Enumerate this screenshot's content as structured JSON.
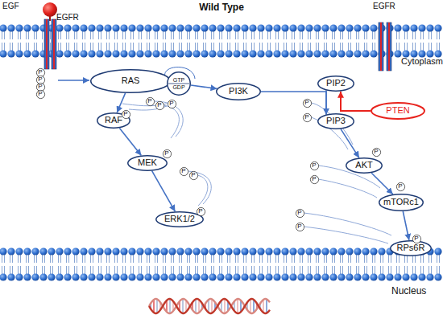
{
  "diagram": {
    "title": "Wild Type",
    "nodes": [
      {
        "text": [
          "RAS"
        ]
      },
      {
        "text": [
          "GTP",
          "GDP"
        ]
      },
      {
        "text": [
          "PI3K"
        ]
      },
      {
        "text": [
          "PIP2"
        ]
      },
      {
        "text": [
          "PTEN"
        ]
      },
      {
        "text": [
          "PIP3"
        ]
      },
      {
        "text": [
          "RAF"
        ]
      },
      {
        "text": [
          "MEK"
        ]
      },
      {
        "text": [
          "ERK1/2"
        ]
      },
      {
        "text": [
          "AKT"
        ]
      },
      {
        "text": [
          "mTORc1"
        ]
      },
      {
        "text": [
          "RPs6R"
        ]
      },
      {
        "text": [
          "P"
        ]
      },
      {
        "text": [
          "P"
        ]
      },
      {
        "text": [
          "P"
        ]
      },
      {
        "text": [
          "P"
        ]
      },
      {
        "text": [
          "P"
        ]
      },
      {
        "text": [
          "P"
        ]
      },
      {
        "text": [
          "P"
        ]
      },
      {
        "text": [
          "P"
        ]
      },
      {
        "text": [
          "P"
        ]
      },
      {
        "text": [
          "P"
        ]
      },
      {
        "text": [
          "P"
        ]
      },
      {
        "text": [
          "P"
        ]
      },
      {
        "text": [
          "P"
        ]
      },
      {
        "text": [
          "P"
        ]
      },
      {
        "text": [
          "P"
        ]
      },
      {
        "text": [
          "P"
        ]
      },
      {
        "text": [
          "P"
        ]
      },
      {
        "text": [
          "P"
        ]
      },
      {
        "text": [
          "P"
        ]
      },
      {
        "text": [
          "P"
        ]
      },
      {
        "text": [
          "P"
        ]
      }
    ],
    "edges": [
      {
        "from": 1,
        "to": 2,
        "arrow": "to"
      },
      {
        "from": 0,
        "to": 6,
        "arrow": "to"
      },
      {
        "from": 6,
        "to": 7,
        "arrow": "to"
      },
      {
        "from": 7,
        "to": 8,
        "arrow": "to"
      },
      {
        "from": 3,
        "to": 5,
        "arrow": "to"
      },
      {
        "from": 2,
        "to": 5,
        "arrow": "to"
      },
      {
        "from": 4,
        "to": 3,
        "arrow": "to"
      },
      {
        "from": 5,
        "to": 9,
        "arrow": "to"
      },
      {
        "from": 9,
        "to": 10,
        "arrow": "to"
      },
      {
        "from": 10,
        "to": 11,
        "arrow": "to"
      }
    ],
    "labels": [
      "EGF",
      "EGFR",
      "EGFR",
      "Cytoplasm",
      "Nucleus"
    ]
  }
}
